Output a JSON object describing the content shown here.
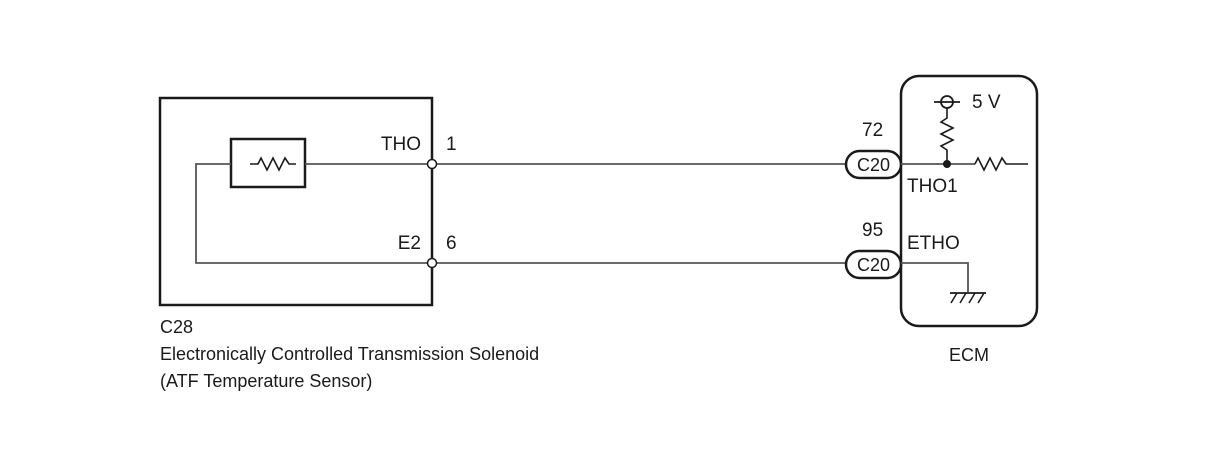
{
  "sensor": {
    "code": "C28",
    "name": "Electronically Controlled Transmission Solenoid",
    "subname": "(ATF Temperature Sensor)",
    "pins": [
      {
        "signal": "THO",
        "number": "1"
      },
      {
        "signal": "E2",
        "number": "6"
      }
    ]
  },
  "ecm": {
    "name": "ECM",
    "supply": "5 V",
    "connectors": [
      {
        "pin": "72",
        "connector": "C20",
        "signal": "THO1"
      },
      {
        "pin": "95",
        "connector": "C20",
        "signal": "ETHO"
      }
    ]
  }
}
